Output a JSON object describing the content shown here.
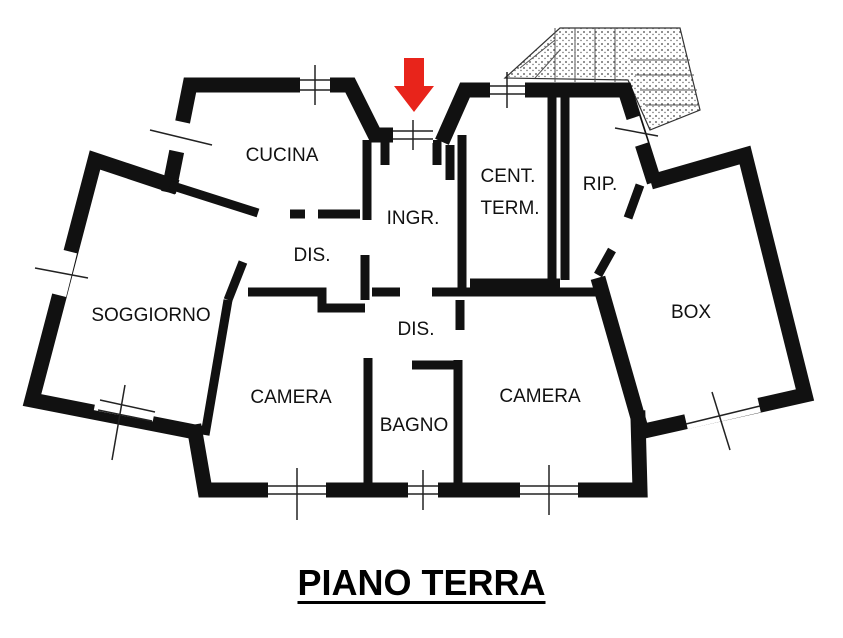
{
  "rooms": {
    "cucina": "CUCINA",
    "ingresso": "INGR.",
    "centrale_termica_1": "CENT.",
    "centrale_termica_2": "TERM.",
    "ripostiglio": "RIP.",
    "disimpegno_1": "DIS.",
    "disimpegno_2": "DIS.",
    "soggiorno": "SOGGIORNO",
    "box": "BOX",
    "camera_1": "CAMERA",
    "camera_2": "CAMERA",
    "bagno": "BAGNO"
  },
  "title": "PIANO TERRA",
  "colors": {
    "entrance_arrow": "#e8241b",
    "walls": "#111111"
  }
}
